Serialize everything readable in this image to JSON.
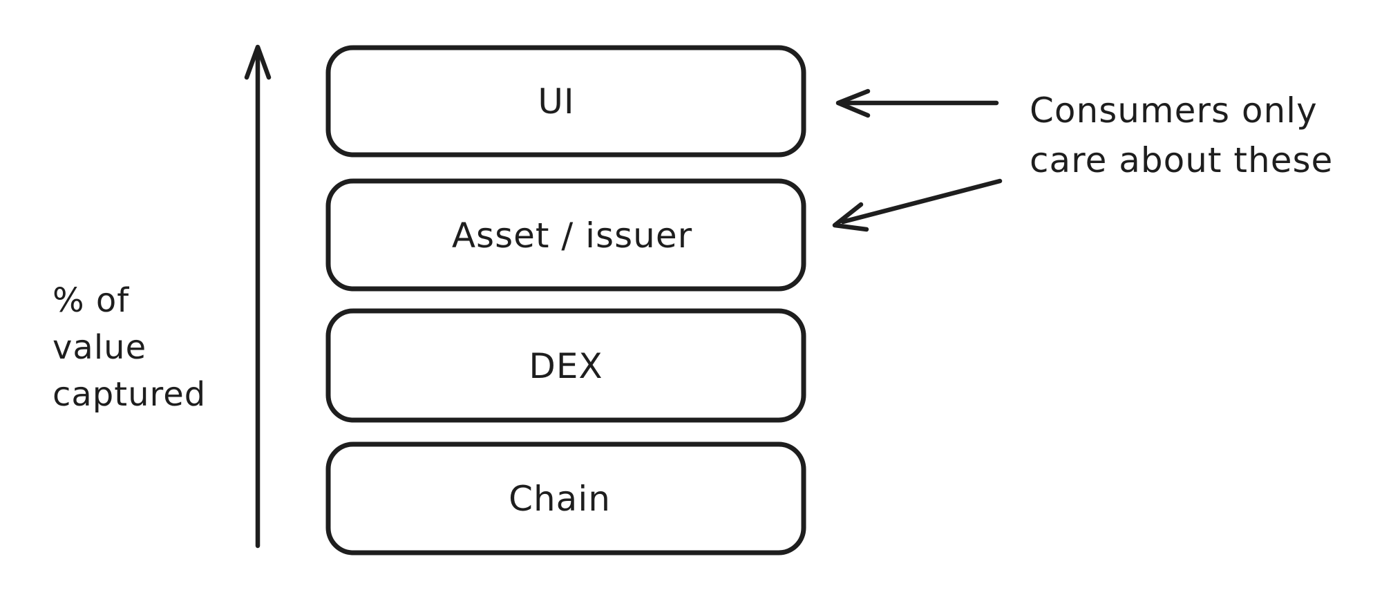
{
  "diagram": {
    "background": "#ffffff",
    "ink_color": "#1e1e1e",
    "axis": {
      "label_lines": [
        "% of",
        "value",
        "captured"
      ]
    },
    "layers": [
      {
        "label": "UI"
      },
      {
        "label": "Asset / issuer"
      },
      {
        "label": "DEX"
      },
      {
        "label": "Chain"
      }
    ],
    "annotation": {
      "lines": [
        "Consumers only",
        "care about these"
      ]
    }
  }
}
